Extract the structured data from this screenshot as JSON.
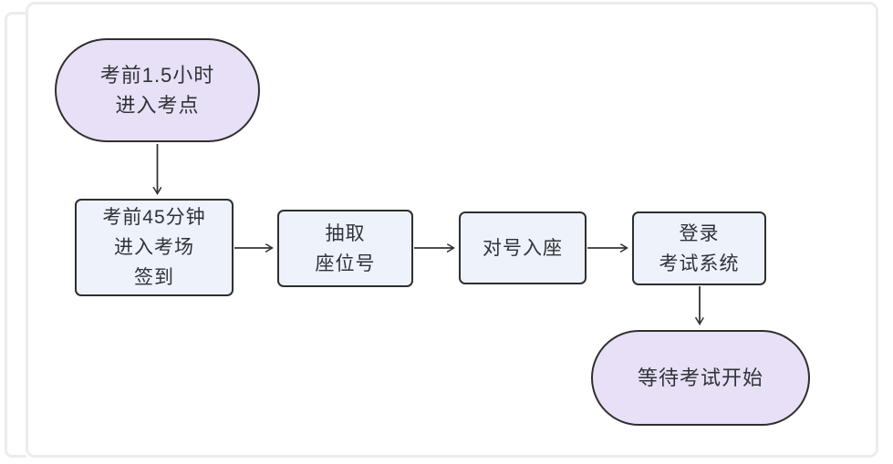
{
  "diagram": {
    "type": "flowchart",
    "nodes": [
      {
        "id": "start",
        "shape": "stadium",
        "label": "考前1.5小时\n进入考点"
      },
      {
        "id": "checkin",
        "shape": "rect",
        "label": "考前45分钟\n进入考场\n签到"
      },
      {
        "id": "draw-seat",
        "shape": "rect",
        "label": "抽取\n座位号"
      },
      {
        "id": "take-seat",
        "shape": "rect",
        "label": "对号入座"
      },
      {
        "id": "login",
        "shape": "rect",
        "label": "登录\n考试系统"
      },
      {
        "id": "wait",
        "shape": "stadium",
        "label": "等待考试开始"
      }
    ],
    "edges": [
      {
        "from": "start",
        "to": "checkin"
      },
      {
        "from": "checkin",
        "to": "draw-seat"
      },
      {
        "from": "draw-seat",
        "to": "take-seat"
      },
      {
        "from": "take-seat",
        "to": "login"
      },
      {
        "from": "login",
        "to": "wait"
      }
    ],
    "colors": {
      "stadium_fill": "#e8e0f6",
      "rect_fill": "#edf2fb",
      "node_border": "#2f2f2f",
      "arrow": "#333333",
      "text": "#2f3337",
      "frame_border": "#ececec",
      "canvas_bg": "#ffffff"
    }
  }
}
